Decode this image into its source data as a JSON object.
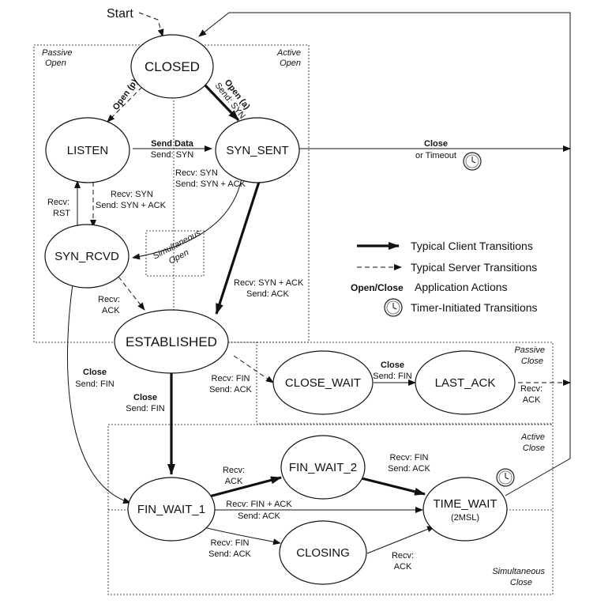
{
  "states": {
    "closed": "CLOSED",
    "listen": "LISTEN",
    "syn_sent": "SYN_SENT",
    "syn_rcvd": "SYN_RCVD",
    "established": "ESTABLISHED",
    "close_wait": "CLOSE_WAIT",
    "last_ack": "LAST_ACK",
    "fin_wait_1": "FIN_WAIT_1",
    "fin_wait_2": "FIN_WAIT_2",
    "closing": "CLOSING",
    "time_wait": "TIME_WAIT",
    "time_wait_sub": "(2MSL)"
  },
  "start": "Start",
  "regions": {
    "passive_open_1": "Passive",
    "passive_open_2": "Open",
    "active_open_1": "Active",
    "active_open_2": "Open",
    "passive_close_1": "Passive",
    "passive_close_2": "Close",
    "active_close_1": "Active",
    "active_close_2": "Close",
    "simultaneous_close_1": "Simultaneous",
    "simultaneous_close_2": "Close",
    "simultaneous_open_1": "Simultaneous",
    "simultaneous_open_2": "Open"
  },
  "transitions": {
    "open_p": "Open (p)",
    "open_a": "Open (a)",
    "open_a_send": "Send: SYN",
    "send_data": "Send Data",
    "send_data_send": "Send: SYN",
    "close_timeout_1": "Close",
    "close_timeout_2": "or Timeout",
    "recv_syn_a": "Recv: SYN",
    "recv_syn_a_send": "Send: SYN + ACK",
    "recv_syn_b": "Recv: SYN",
    "recv_syn_b_send": "Send: SYN + ACK",
    "recv_rst_1": "Recv:",
    "recv_rst_2": "RST",
    "recv_synack": "Recv: SYN + ACK",
    "recv_synack_send": "Send: ACK",
    "recv_ack_1": "Recv:",
    "recv_ack_2": "ACK",
    "close_left": "Close",
    "close_left_send": "Send: FIN",
    "close_mid": "Close",
    "close_mid_send": "Send: FIN",
    "recv_fin_est": "Recv: FIN",
    "recv_fin_est_send": "Send: ACK",
    "close_cw": "Close",
    "close_cw_send": "Send: FIN",
    "recv_ack_last_1": "Recv:",
    "recv_ack_last_2": "ACK",
    "recv_ack_fw1_1": "Recv:",
    "recv_ack_fw1_2": "ACK",
    "recv_fin_fw2": "Recv: FIN",
    "recv_fin_fw2_send": "Send: ACK",
    "recv_finack": "Recv: FIN + ACK",
    "recv_finack_send": "Send: ACK",
    "recv_fin_fw1": "Recv: FIN",
    "recv_fin_fw1_send": "Send: ACK",
    "recv_ack_closing_1": "Recv:",
    "recv_ack_closing_2": "ACK"
  },
  "legend": {
    "client": "Typical Client Transitions",
    "server": "Typical Server Transitions",
    "app_key": "Open/Close",
    "app": "Application Actions",
    "timer": "Timer-Initiated Transitions"
  },
  "icons": [
    "clock-icon"
  ]
}
